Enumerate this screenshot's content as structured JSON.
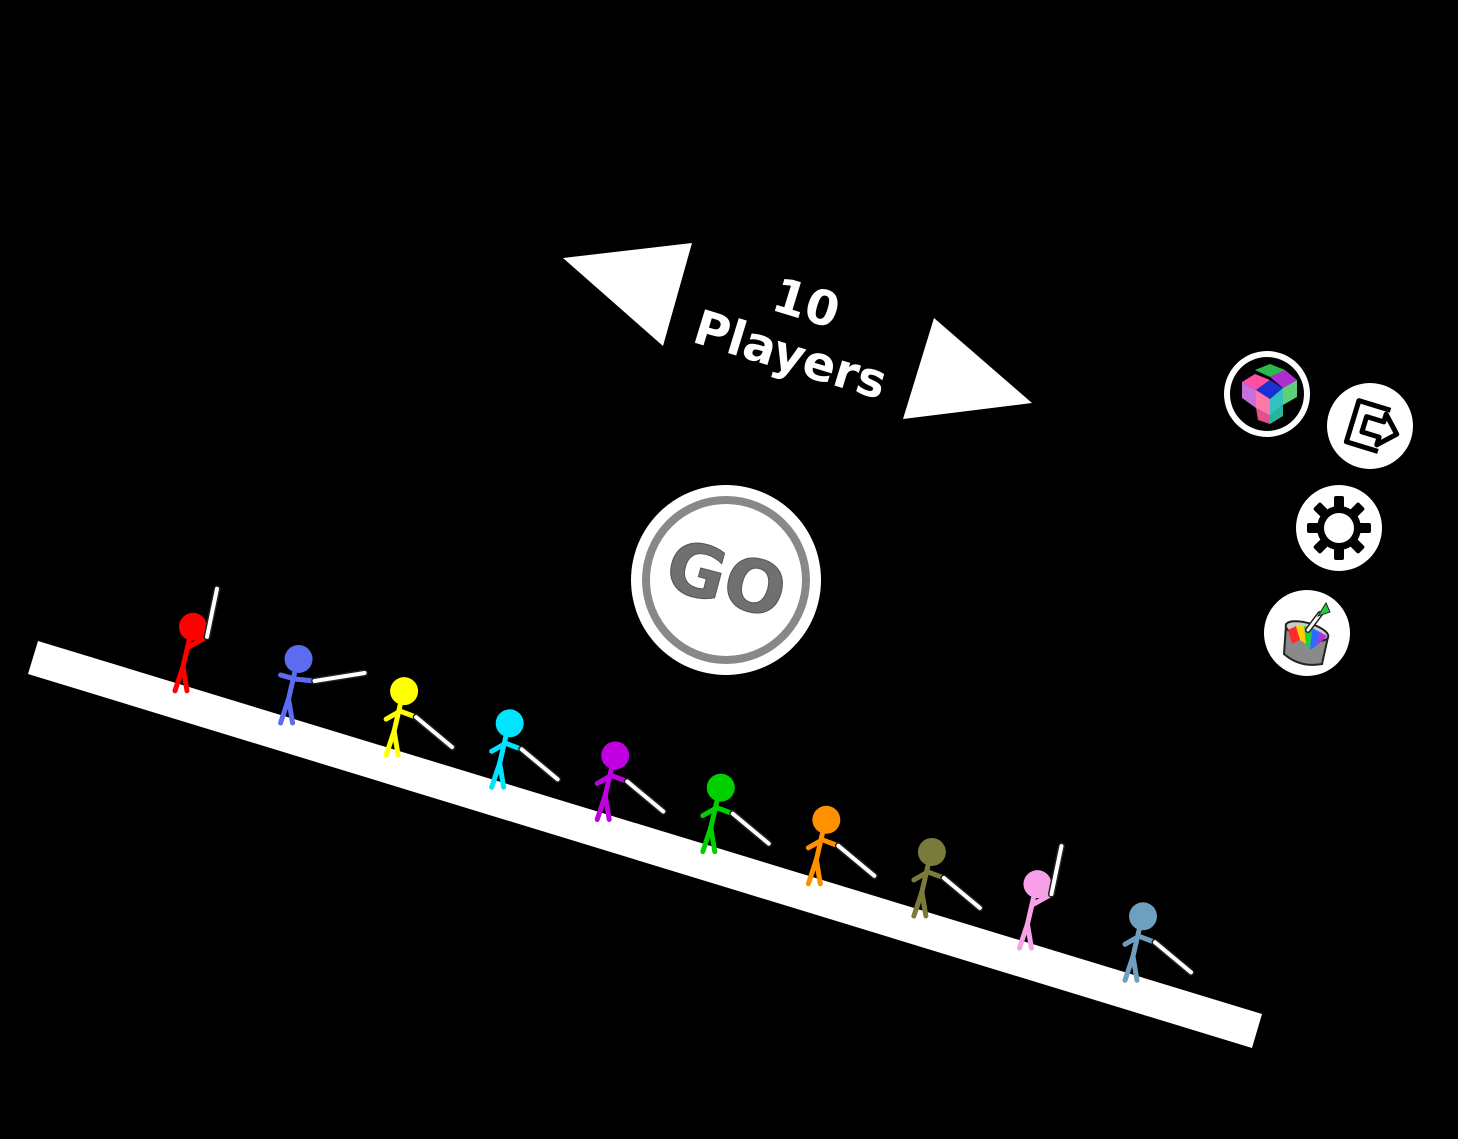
{
  "player_selector": {
    "count": "10",
    "label": "Players",
    "prev_icon": "triangle-left-icon",
    "next_icon": "triangle-right-icon"
  },
  "go_button": {
    "label": "GO"
  },
  "side_buttons": [
    {
      "name": "cube-skins-button",
      "icon": "colorful-cube-icon"
    },
    {
      "name": "exit-button",
      "icon": "exit-door-icon"
    },
    {
      "name": "settings-button",
      "icon": "gear-icon"
    },
    {
      "name": "paint-bucket-button",
      "icon": "paint-bucket-icon"
    }
  ],
  "players": [
    {
      "color": "#ff0000",
      "pose": "sword-up"
    },
    {
      "color": "#5b6cf0",
      "pose": "sword-forward"
    },
    {
      "color": "#ffff00",
      "pose": "sword-down"
    },
    {
      "color": "#00e5ff",
      "pose": "sword-down"
    },
    {
      "color": "#c000e0",
      "pose": "sword-down"
    },
    {
      "color": "#00d000",
      "pose": "sword-down"
    },
    {
      "color": "#ff9000",
      "pose": "sword-down"
    },
    {
      "color": "#7a7a3a",
      "pose": "sword-down"
    },
    {
      "color": "#f7a0e8",
      "pose": "sword-up"
    },
    {
      "color": "#6f9fbf",
      "pose": "sword-down"
    }
  ]
}
